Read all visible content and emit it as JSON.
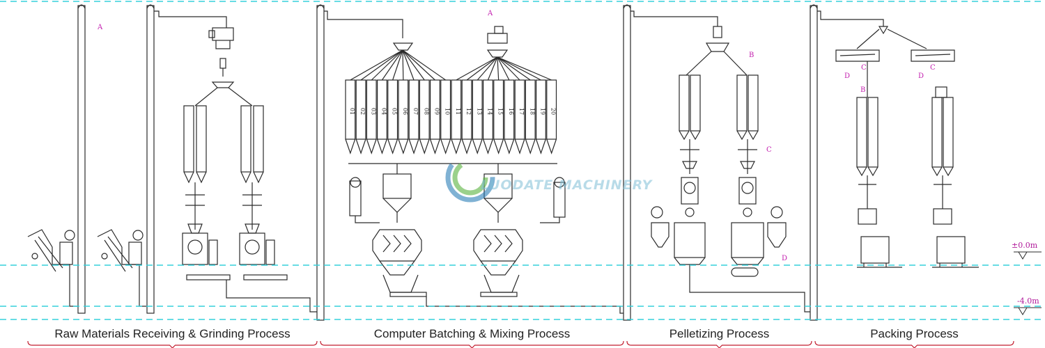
{
  "stages": [
    {
      "id": "raw",
      "label": "Raw Materials Receiving & Grinding Process"
    },
    {
      "id": "batch",
      "label": "Computer Batching & Mixing Process"
    },
    {
      "id": "pellet",
      "label": "Pelletizing Process"
    },
    {
      "id": "pack",
      "label": "Packing Process"
    }
  ],
  "levels": [
    {
      "id": "ground",
      "label": "±0.0m"
    },
    {
      "id": "pit",
      "label": "-4.0m"
    }
  ],
  "bins": [
    "01",
    "02",
    "03",
    "04",
    "05",
    "06",
    "07",
    "08",
    "09",
    "10",
    "11",
    "12",
    "13",
    "14",
    "15",
    "16",
    "17",
    "18",
    "19",
    "20"
  ],
  "markers": [
    "A",
    "A",
    "B",
    "C",
    "D",
    "B",
    "C",
    "D",
    "C",
    "D"
  ],
  "watermark": "LUODATE MACHINERY",
  "colors": {
    "line": "#2a2a2a",
    "marker": "#c21cae",
    "dash": "#35d0dc",
    "brandBlue": "#2c7fb8",
    "brandGreen": "#59b33f"
  }
}
